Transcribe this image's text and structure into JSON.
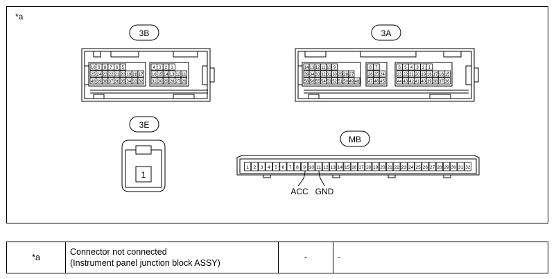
{
  "figure": {
    "marker": "*a",
    "connectors": {
      "3B": {
        "label": "3B",
        "group1": {
          "top": [
            "10",
            "9",
            "8",
            "7",
            "6",
            "5"
          ],
          "mid": [
            "25",
            "24",
            "23",
            "22",
            "21",
            "20",
            "19",
            "18",
            "17"
          ],
          "bot": [
            "40",
            "39",
            "38",
            "37",
            "36",
            "35",
            "34",
            "33",
            "32"
          ]
        },
        "group2": {
          "top": [
            "4",
            "3",
            "2",
            "1"
          ],
          "mid": [
            "16",
            "15",
            "14",
            "13",
            "12",
            "11"
          ],
          "bot": [
            "31",
            "30",
            "29",
            "28",
            "27",
            "26"
          ]
        }
      },
      "3A": {
        "label": "3A",
        "group1": {
          "top": [
            "14",
            "13",
            "12",
            "11",
            "10",
            "9"
          ],
          "mid": [
            "39",
            "34",
            "33",
            "32",
            "31",
            "30",
            "29",
            "28",
            "27"
          ],
          "bot": [
            "58",
            "56",
            "55",
            "54",
            "53",
            "52",
            "51",
            "50",
            "49",
            "48"
          ]
        },
        "group2": {
          "top": [
            "8",
            "7"
          ],
          "mid": [
            "26",
            "25",
            "24"
          ],
          "bot": [
            "47",
            "46",
            "45"
          ]
        },
        "group3": {
          "top": [
            "6",
            "5",
            "4",
            "3",
            "2",
            "1"
          ],
          "mid": [
            "23",
            "22",
            "21",
            "20",
            "19",
            "18",
            "17",
            "16",
            "15"
          ],
          "bot": [
            "44",
            "43",
            "42",
            "41",
            "40",
            "39",
            "38",
            "37",
            "36"
          ]
        }
      },
      "3E": {
        "label": "3E",
        "pin": "1"
      },
      "MB": {
        "label": "MB",
        "pins": [
          "1",
          "2",
          "3",
          "4",
          "5",
          "6",
          "7",
          "8",
          "9",
          "10",
          "11",
          "12",
          "13",
          "14",
          "15",
          "16",
          "17",
          "18",
          "19",
          "20",
          "21",
          "22",
          "23",
          "24",
          "25",
          "26",
          "27",
          "28",
          "29",
          "30",
          "31",
          "32"
        ]
      }
    },
    "callouts": {
      "acc": "ACC",
      "gnd": "GND"
    }
  },
  "legend": {
    "key": "*a",
    "line1": "Connector not connected",
    "line2": "(Instrument panel junction block ASSY)",
    "col3": "-",
    "col4": "-"
  }
}
